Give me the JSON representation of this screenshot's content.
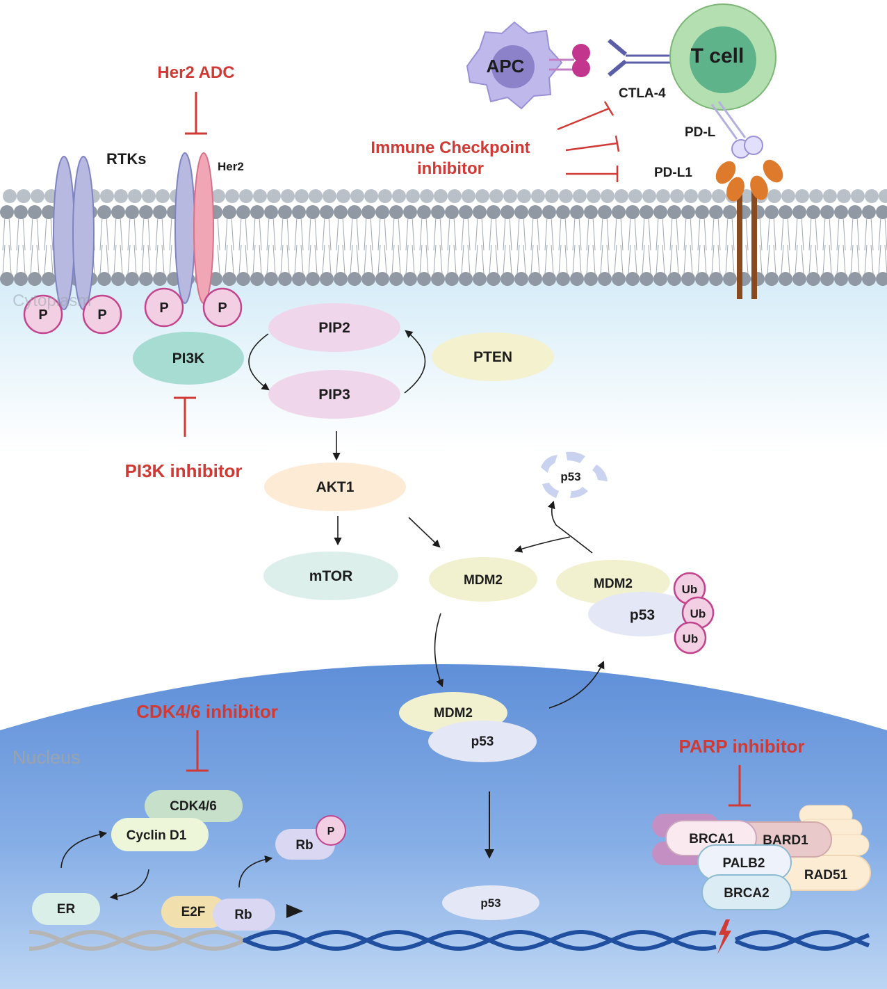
{
  "labels": {
    "rtks": "RTKs",
    "her2": "Her2",
    "cytoplasm": "Cytoplasm",
    "nucleus": "Nucleus",
    "apc": "APC",
    "tcell": "T cell",
    "ctla4": "CTLA-4",
    "pdl": "PD-L",
    "pdl1": "PD-L1",
    "p": "P",
    "ub": "Ub"
  },
  "drugs": {
    "her2_adc": "Her2 ADC",
    "immune_checkpoint_line1": "Immune Checkpoint",
    "immune_checkpoint_line2": "inhibitor",
    "pi3k": "PI3K inhibitor",
    "cdk46": "CDK4/6 inhibitor",
    "parp": "PARP inhibitor"
  },
  "nodes": {
    "pi3k": "PI3K",
    "pip2": "PIP2",
    "pip3": "PIP3",
    "pten": "PTEN",
    "akt1": "AKT1",
    "mtor": "mTOR",
    "mdm2": "MDM2",
    "p53": "p53",
    "cdk46": "CDK4/6",
    "cyclind1": "Cyclin D1",
    "er": "ER",
    "e2f": "E2F",
    "rb": "Rb",
    "brca1": "BRCA1",
    "bard1": "BARD1",
    "palb2": "PALB2",
    "brca2": "BRCA2",
    "rad51": "RAD51"
  },
  "colors": {
    "red": "#d03a34",
    "pip": "#f0d6ea",
    "pi3k": "#a6dcd1",
    "pten": "#f4f1cf",
    "akt1": "#fdebd6",
    "mtor": "#dcefea",
    "mdm2": "#f1f1cf",
    "p53": "#e4e7f6",
    "nucleus": "#5f8fd8"
  }
}
